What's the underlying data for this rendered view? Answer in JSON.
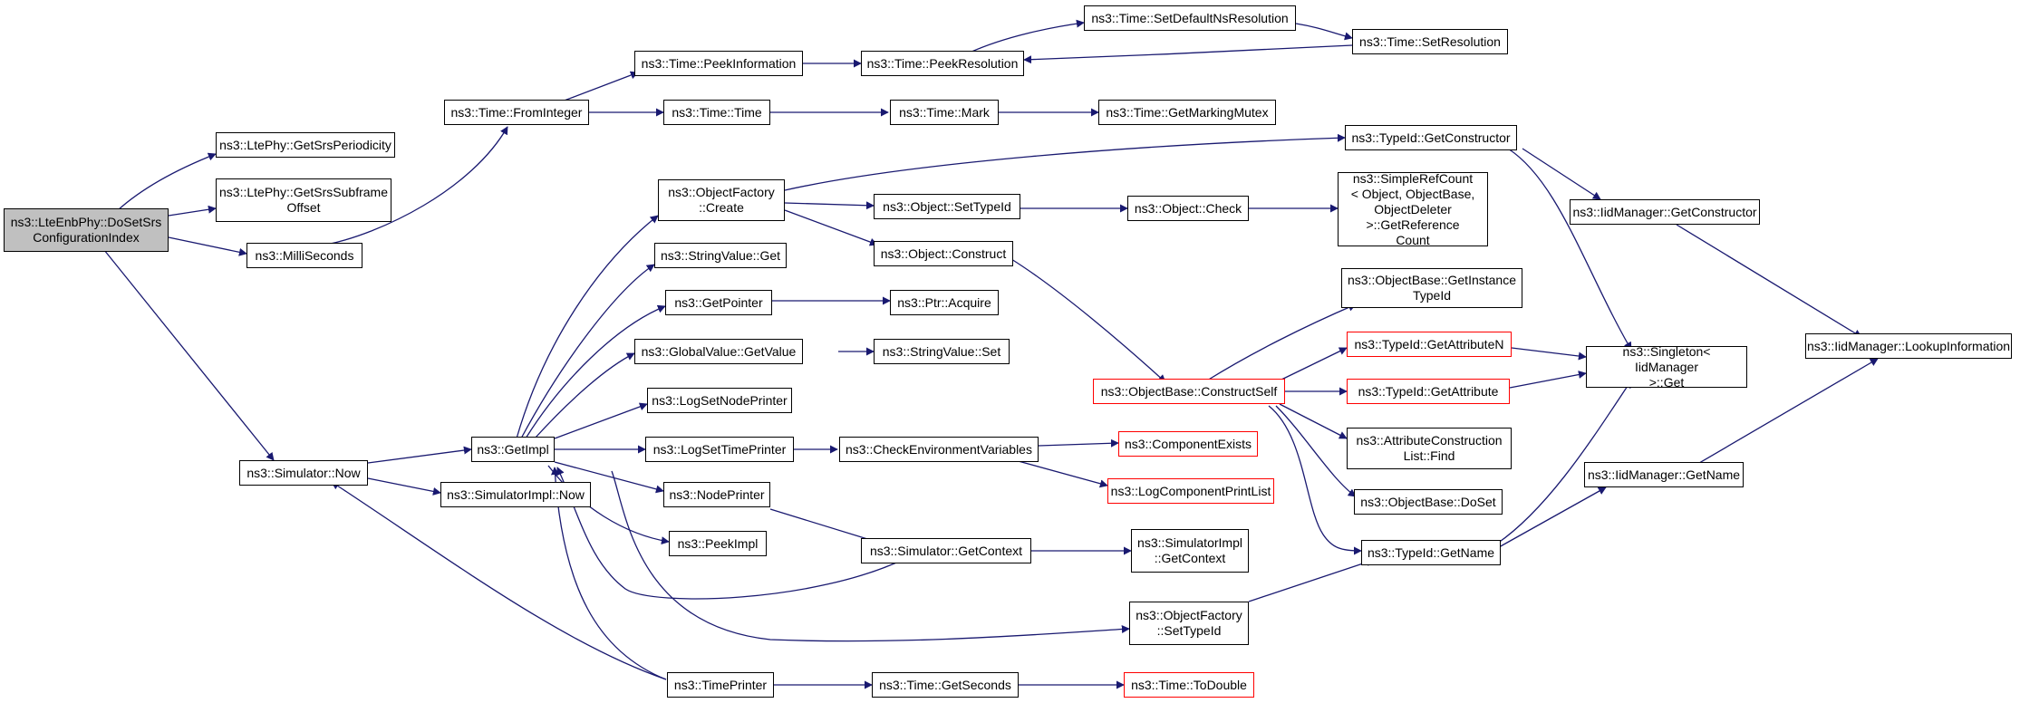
{
  "diagram": {
    "style": {
      "edge_color": "#191970",
      "node_border": "#000000",
      "root_fill": "#c0c0c0",
      "truncated_border": "#ff0000"
    },
    "nodes": {
      "root": "ns3::LteEnbPhy::DoSetSrs\nConfigurationIndex",
      "get_srs_periodicity": "ns3::LtePhy::GetSrsPeriodicity",
      "get_srs_subframe_offset": "ns3::LtePhy::GetSrsSubframe\nOffset",
      "milliseconds": "ns3::MilliSeconds",
      "simulator_now": "ns3::Simulator::Now",
      "time_from_integer": "ns3::Time::FromInteger",
      "time_peek_information": "ns3::Time::PeekInformation",
      "time_peek_resolution": "ns3::Time::PeekResolution",
      "time_set_default_ns_resolution": "ns3::Time::SetDefaultNsResolution",
      "time_set_resolution": "ns3::Time::SetResolution",
      "time_time": "ns3::Time::Time",
      "time_mark": "ns3::Time::Mark",
      "time_get_marking_mutex": "ns3::Time::GetMarkingMutex",
      "object_factory_create": "ns3::ObjectFactory\n::Create",
      "typeid_get_constructor": "ns3::TypeId::GetConstructor",
      "iid_manager_get_constructor": "ns3::IidManager::GetConstructor",
      "object_set_type_id": "ns3::Object::SetTypeId",
      "object_check": "ns3::Object::Check",
      "simple_ref_count": "ns3::SimpleRefCount\n< Object, ObjectBase,\n ObjectDeleter >::GetReference\nCount",
      "object_construct": "ns3::Object::Construct",
      "string_value_get": "ns3::StringValue::Get",
      "get_pointer": "ns3::GetPointer",
      "ptr_acquire": "ns3::Ptr::Acquire",
      "global_value_get_value": "ns3::GlobalValue::GetValue",
      "string_value_set": "ns3::StringValue::Set",
      "object_base_get_instance_type_id": "ns3::ObjectBase::GetInstance\nTypeId",
      "typeid_get_attribute_n": "ns3::TypeId::GetAttributeN",
      "singleton_get": "ns3::Singleton< IidManager\n >::Get",
      "iid_manager_lookup_information": "ns3::IidManager::LookupInformation",
      "object_base_construct_self": "ns3::ObjectBase::ConstructSelf",
      "typeid_get_attribute": "ns3::TypeId::GetAttribute",
      "log_set_node_printer": "ns3::LogSetNodePrinter",
      "attribute_construction_list_find": "ns3::AttributeConstruction\nList::Find",
      "get_impl": "ns3::GetImpl",
      "log_set_time_printer": "ns3::LogSetTimePrinter",
      "check_environment_variables": "ns3::CheckEnvironmentVariables",
      "component_exists": "ns3::ComponentExists",
      "log_component_print_list": "ns3::LogComponentPrintList",
      "simulator_impl_now": "ns3::SimulatorImpl::Now",
      "node_printer": "ns3::NodePrinter",
      "object_base_do_set": "ns3::ObjectBase::DoSet",
      "iid_manager_get_name": "ns3::IidManager::GetName",
      "peek_impl": "ns3::PeekImpl",
      "simulator_get_context": "ns3::Simulator::GetContext",
      "simulator_impl_get_context": "ns3::SimulatorImpl\n::GetContext",
      "typeid_get_name": "ns3::TypeId::GetName",
      "object_factory_set_type_id": "ns3::ObjectFactory\n::SetTypeId",
      "time_printer": "ns3::TimePrinter",
      "time_get_seconds": "ns3::Time::GetSeconds",
      "time_to_double": "ns3::Time::ToDouble"
    }
  }
}
